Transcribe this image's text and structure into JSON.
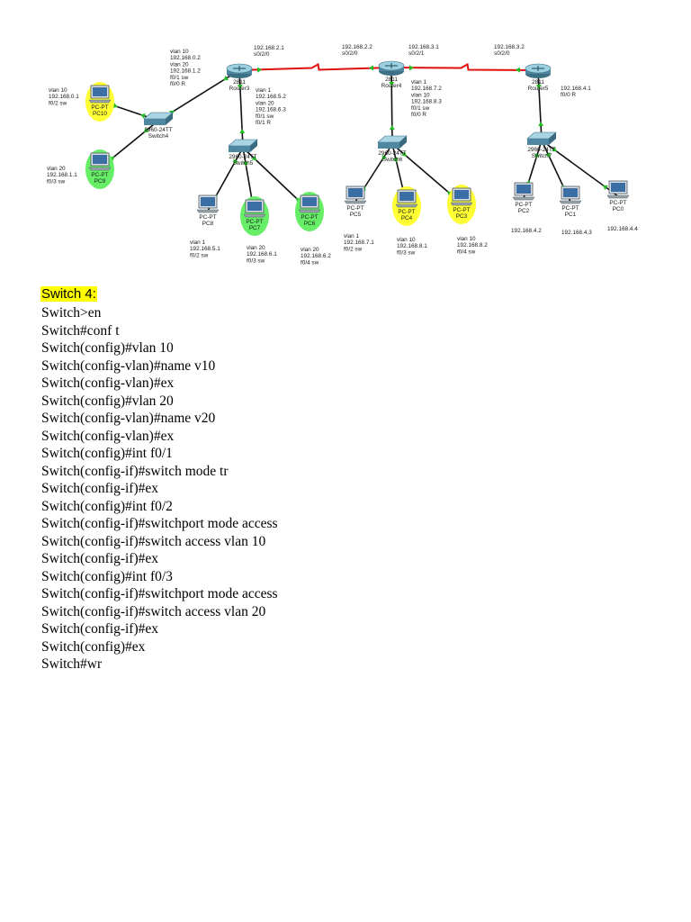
{
  "diagram": {
    "routers": [
      {
        "id": "router3",
        "model": "2811",
        "name": "Router3",
        "iface_label": [
          "192.168.2.1",
          "s0/2/0"
        ],
        "lan_label": [
          "vlan 1",
          "192.168.5.2",
          "vlan 20",
          "192.168.6.3",
          "f0/1 sw",
          "f0/1 R"
        ],
        "switch_side_label": [
          "vlan 10",
          "192.168.0.2",
          "vlan 20",
          "192.168.1.2",
          "f0/1 sw",
          "f0/0 R"
        ]
      },
      {
        "id": "router4",
        "model": "2811",
        "name": "Router4",
        "iface_label_left": [
          "192.168.2.2",
          "s0/2/0"
        ],
        "iface_label_right": [
          "192.168.3.1",
          "s0/2/1"
        ],
        "lan_label": [
          "vlan 1",
          "192.168.7.2",
          "vlan 10",
          "192.168.8.3",
          "f0/1 sw",
          "f0/0 R"
        ]
      },
      {
        "id": "router5",
        "model": "2811",
        "name": "Router5",
        "iface_label": [
          "192.168.3.2",
          "s0/2/0"
        ],
        "lan_label": [
          "192.168.4.1",
          "f0/0 R"
        ]
      }
    ],
    "switches": [
      {
        "id": "switch4",
        "model": "2960-24TT",
        "name": "Switch4"
      },
      {
        "id": "switch5",
        "model": "2960-24TT",
        "name": "Switch5"
      },
      {
        "id": "switch6",
        "model": "2960-24TT",
        "name": "Switch6"
      },
      {
        "id": "switch7",
        "model": "2960-24TT",
        "name": "Switch7"
      }
    ],
    "pcs": [
      {
        "id": "pc10",
        "type": "PC-PT",
        "name": "PC10",
        "highlight": "#ffff33",
        "info": [
          "vlan 10",
          "192.168.0.1",
          "f0/2 sw"
        ]
      },
      {
        "id": "pc9",
        "type": "PC-PT",
        "name": "PC9",
        "highlight": "#66ee66",
        "info": [
          "vlan 20",
          "192.168.1.1",
          "f0/3 sw"
        ]
      },
      {
        "id": "pc8",
        "type": "PC-PT",
        "name": "PC8",
        "highlight": "",
        "info": [
          "vlan 1",
          "192.168.5.1",
          "f0/2 sw"
        ]
      },
      {
        "id": "pc7",
        "type": "PC-PT",
        "name": "PC7",
        "highlight": "#66ee66",
        "info": [
          "vlan 20",
          "192.168.6.1",
          "f0/3 sw"
        ]
      },
      {
        "id": "pc6",
        "type": "PC-PT",
        "name": "PC6",
        "highlight": "#66ee66",
        "info": [
          "vlan 20",
          "192.168.6.2",
          "f0/4 sw"
        ]
      },
      {
        "id": "pc5",
        "type": "PC-PT",
        "name": "PC5",
        "highlight": "",
        "info": [
          "vlan 1",
          "192.168.7.1",
          "f0/2 sw"
        ]
      },
      {
        "id": "pc4",
        "type": "PC-PT",
        "name": "PC4",
        "highlight": "#ffff33",
        "info": [
          "vlan 10",
          "192.168.8.1",
          "f0/3 sw"
        ]
      },
      {
        "id": "pc3",
        "type": "PC-PT",
        "name": "PC3",
        "highlight": "#ffff33",
        "info": [
          "vlan 10",
          "192.168.8.2",
          "f0/4 sw"
        ]
      },
      {
        "id": "pc2",
        "type": "PC-PT",
        "name": "PC2",
        "highlight": "",
        "info": [
          "192.168.4.2"
        ]
      },
      {
        "id": "pc1",
        "type": "PC-PT",
        "name": "PC1",
        "highlight": "",
        "info": [
          "192.168.4.3"
        ]
      },
      {
        "id": "pc0",
        "type": "PC-PT",
        "name": "PC0",
        "highlight": "",
        "info": [
          "192.168.4.4"
        ]
      }
    ],
    "colors": {
      "serial_link": "#e01010",
      "ethernet_link": "#111111",
      "port_up": "#22bb22"
    }
  },
  "section_heading": "Switch 4:",
  "commands": [
    "Switch>en",
    "Switch#conf t",
    "Switch(config)#vlan 10",
    "Switch(config-vlan)#name v10",
    "Switch(config-vlan)#ex",
    "Switch(config)#vlan 20",
    "Switch(config-vlan)#name v20",
    "Switch(config-vlan)#ex",
    "Switch(config)#int f0/1",
    "Switch(config-if)#switch mode tr",
    "Switch(config-if)#ex",
    "Switch(config)#int f0/2",
    "Switch(config-if)#switchport mode access",
    "Switch(config-if)#switch access vlan 10",
    "Switch(config-if)#ex",
    "Switch(config)#int f0/3",
    "Switch(config-if)#switchport mode access",
    "Switch(config-if)#switch access vlan 20",
    "Switch(config-if)#ex",
    "Switch(config)#ex",
    "Switch#wr"
  ]
}
